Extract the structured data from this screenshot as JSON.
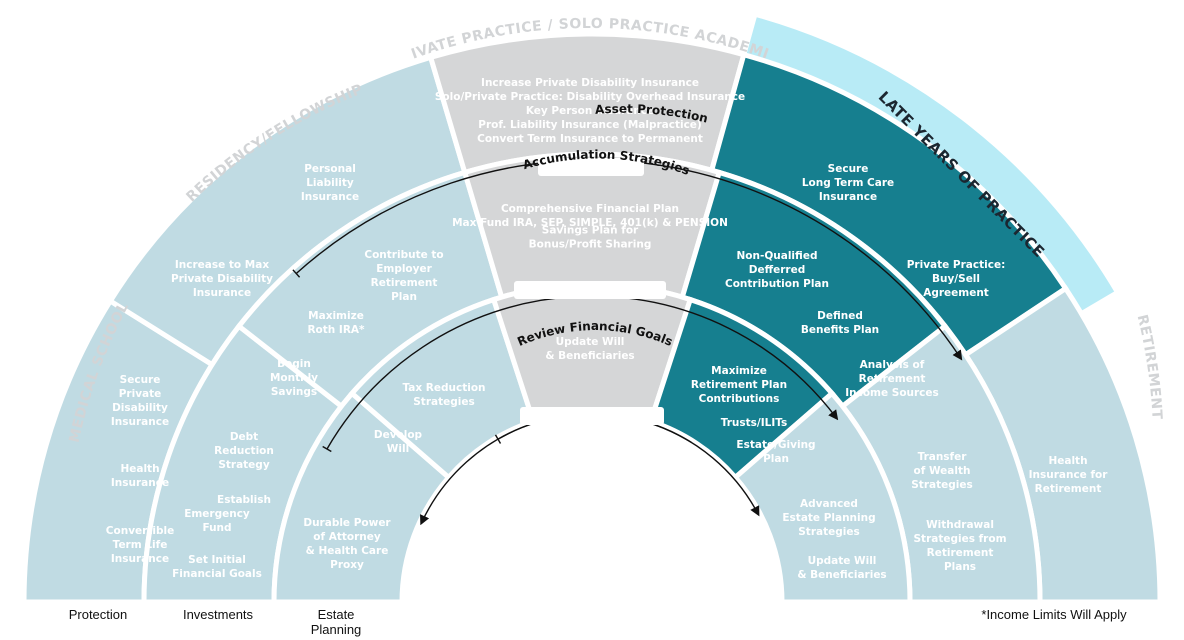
{
  "stages": {
    "medical_school": "MEDICAL SCHOOL",
    "residency": "RESIDENCY/FELLOWSHIP",
    "private_practice": "PRIVATE PRACTICE / SOLO PRACTICE ACADEMICS",
    "late_years": "LATE YEARS OF PRACTICE",
    "retirement": "RETIREMENT"
  },
  "ring_labels": {
    "asset_protection": "Asset Protection",
    "accumulation": "Accumulation Strategies",
    "review_goals": "Review Financial Goals"
  },
  "segments": {
    "med_outer": [
      "Secure",
      "Private",
      "Disability",
      "Insurance",
      "",
      "Health",
      "Insurance",
      "",
      "Convertible",
      "Term Life",
      "Insurance"
    ],
    "med_mid": [
      "Debt",
      "Reduction",
      "Strategy",
      "",
      "Establish",
      "Emergency",
      "Fund",
      "",
      "Set Initial",
      "Financial Goals"
    ],
    "med_inner": [
      "Durable Power",
      "of Attorney",
      "& Health Care",
      "Proxy"
    ],
    "res_outer_a": [
      "Personal",
      "Liability",
      "Insurance"
    ],
    "res_outer_b": [
      "Increase to Max",
      "Private Disability",
      "Insurance"
    ],
    "res_mid": [
      "Contribute to",
      "Employer",
      "Retirement",
      "Plan",
      "",
      "Maximize",
      "Roth IRA*",
      "",
      "Begin",
      "Monthly",
      "Savings"
    ],
    "res_inner": [
      "Tax Reduction",
      "Strategies",
      "",
      "Develop",
      "Will"
    ],
    "pp_outer": [
      "Increase Private Disability Insurance",
      "Solo/Private Practice: Disability Overhead Insurance",
      "Key Person Insurance",
      "Prof. Liability Insurance (Malpractice)",
      "Convert Term Insurance to Permanent"
    ],
    "pp_mid": [
      "Comprehensive Financial Plan",
      "Max Fund IRA, SEP, SIMPLE, 401(k) & PENSION",
      "",
      "Savings Plan for",
      "Bonus/Profit Sharing"
    ],
    "pp_inner": [
      "Update Will",
      "& Beneficiaries"
    ],
    "late_outer_a": [
      "Secure",
      "Long Term Care",
      "Insurance"
    ],
    "late_outer_b": [
      "Private Practice:",
      "Buy/Sell",
      "Agreement"
    ],
    "late_mid_a": [
      "Non-Qualified",
      "Defferred",
      "Contribution Plan"
    ],
    "late_mid_b": [
      "Defined",
      "Benefits Plan"
    ],
    "late_mid_c": [
      "Analysis of",
      "Retirement",
      "Income Sources"
    ],
    "late_inner": [
      "Maximize",
      "Retirement Plan",
      "Contributions",
      "",
      "Trusts/ILITs",
      "",
      "Estate/Giving",
      "Plan"
    ],
    "ret_outer": [
      "Health",
      "Insurance for",
      "Retirement"
    ],
    "ret_mid": [
      "Transfer",
      "of Wealth",
      "Strategies",
      "",
      "Withdrawal",
      "Strategies from",
      "Retirement",
      "Plans"
    ],
    "ret_inner": [
      "Advanced",
      "Estate Planning",
      "Strategies",
      "",
      "Update Will",
      "& Beneficiaries"
    ]
  },
  "bottom_labels": {
    "protection": "Protection",
    "investments": "Investments",
    "estate_planning": "Estate Planning",
    "footnote": "*Income Limits Will Apply"
  },
  "colors": {
    "light_blue": "#c0dbe3",
    "light_blue_alt": "#b9d6df",
    "gray": "#d5d6d7",
    "teal": "#167f8f",
    "late_band": "#b8ebf6",
    "stage_label": "#d2d4d6"
  }
}
